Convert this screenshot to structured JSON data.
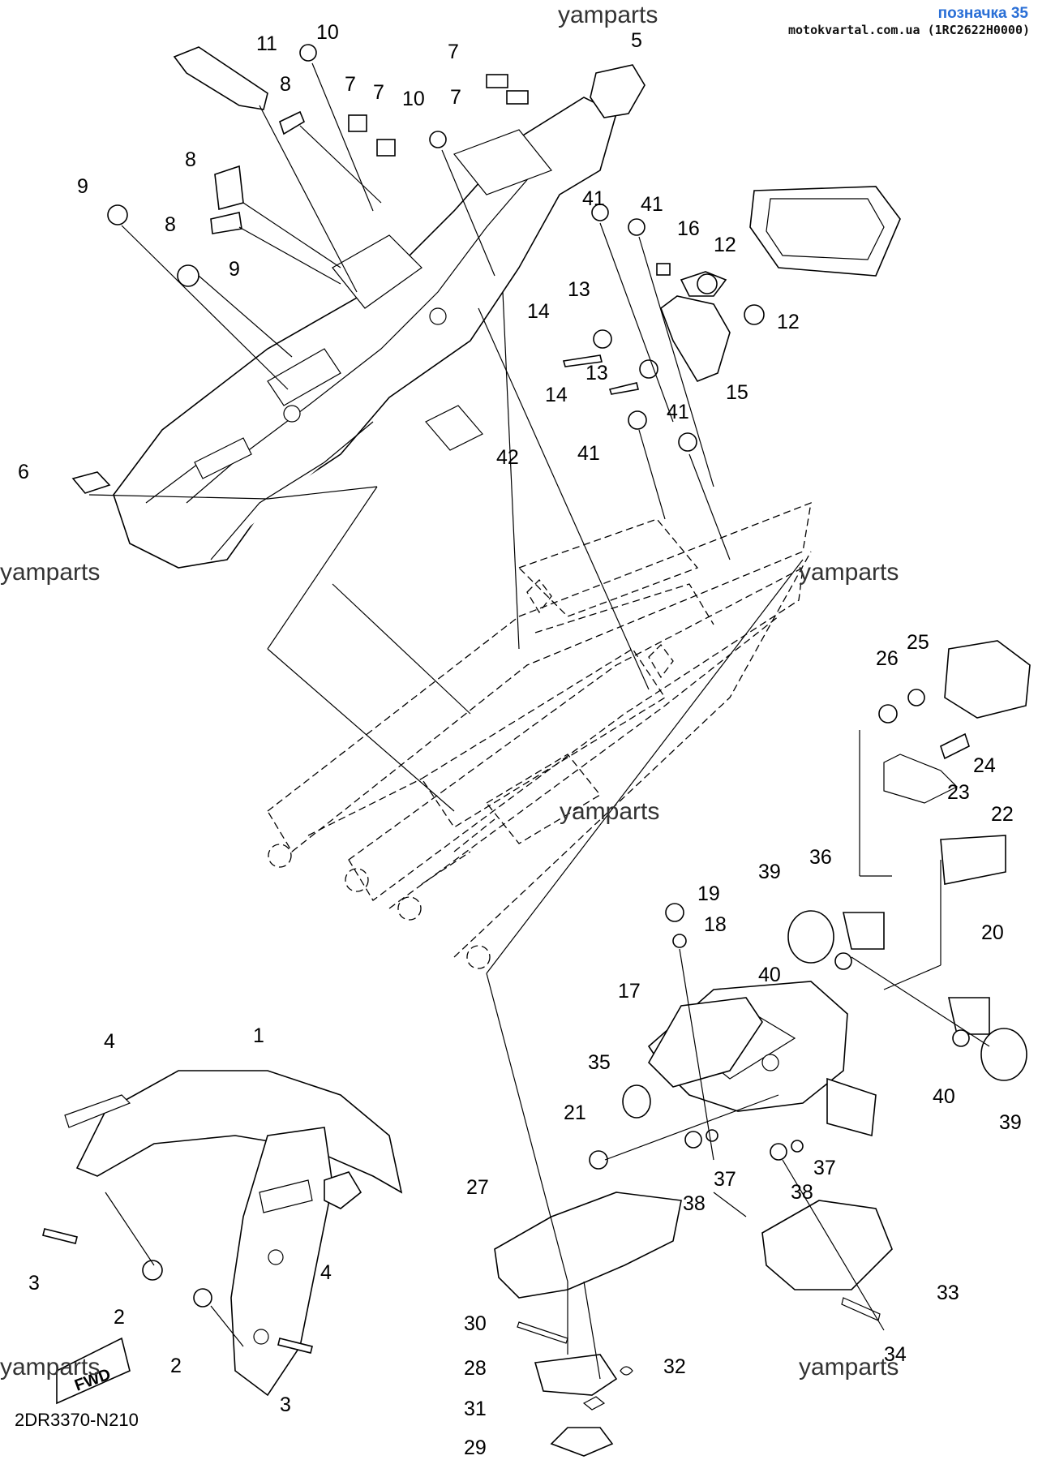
{
  "header": {
    "label": "позначка 35",
    "site": "motokvartal.com.ua (1RC2622H0000)"
  },
  "diagram_code": "2DR3370-N210",
  "fwd_label": "FWD",
  "watermarks": [
    "yamparts",
    "yamparts",
    "yamparts",
    "yamparts",
    "yamparts",
    "yamparts"
  ],
  "callouts": {
    "c1": "1",
    "c2a": "2",
    "c2b": "2",
    "c3a": "3",
    "c3b": "3",
    "c4a": "4",
    "c4b": "4",
    "c5": "5",
    "c6": "6",
    "c7a": "7",
    "c7b": "7",
    "c7c": "7",
    "c7d": "7",
    "c8a": "8",
    "c8b": "8",
    "c8c": "8",
    "c9a": "9",
    "c9b": "9",
    "c10a": "10",
    "c10b": "10",
    "c11": "11",
    "c12a": "12",
    "c12b": "12",
    "c13a": "13",
    "c13b": "13",
    "c14a": "14",
    "c14b": "14",
    "c15": "15",
    "c16": "16",
    "c17": "17",
    "c18": "18",
    "c19": "19",
    "c20": "20",
    "c21": "21",
    "c22": "22",
    "c23": "23",
    "c24": "24",
    "c25": "25",
    "c26": "26",
    "c27": "27",
    "c28": "28",
    "c29": "29",
    "c30": "30",
    "c31": "31",
    "c32": "32",
    "c33": "33",
    "c34": "34",
    "c35": "35",
    "c36": "36",
    "c37a": "37",
    "c37b": "37",
    "c38a": "38",
    "c38b": "38",
    "c39a": "39",
    "c39b": "39",
    "c40a": "40",
    "c40b": "40",
    "c41a": "41",
    "c41b": "41",
    "c41c": "41",
    "c41d": "41",
    "c42": "42"
  }
}
